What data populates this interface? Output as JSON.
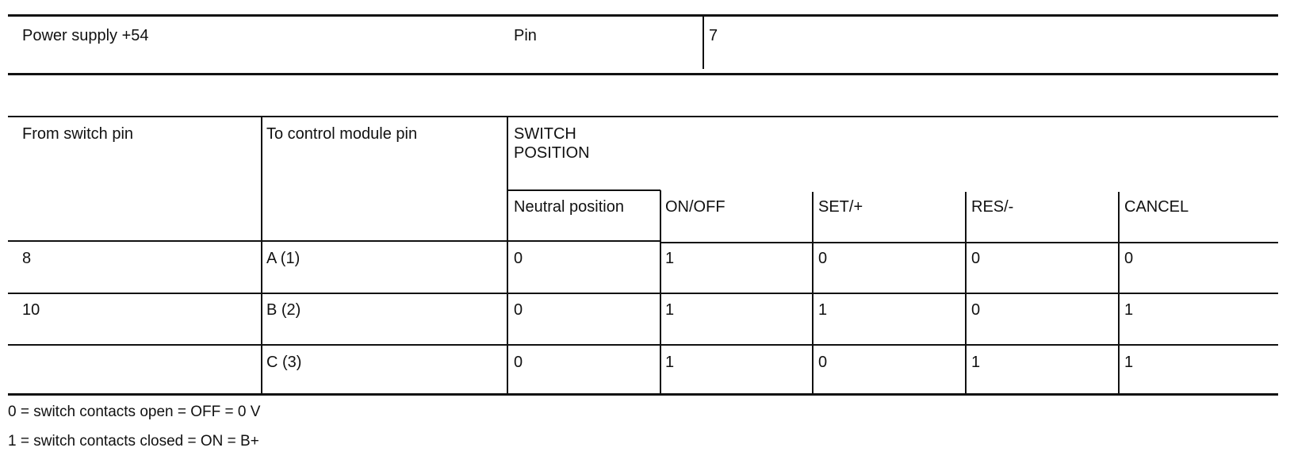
{
  "power_table": {
    "label": "Power supply +54",
    "pin_label": "Pin",
    "pin_value": "7"
  },
  "switch_table": {
    "col_from": "From switch pin",
    "col_to": "To control module pin",
    "group_header": "SWITCH\nPOSITION",
    "positions": [
      "Neutral position",
      "ON/OFF",
      "SET/+",
      "RES/-",
      "CANCEL"
    ],
    "rows": [
      {
        "from": "8",
        "to": "A (1)",
        "values": [
          "0",
          "1",
          "0",
          "0",
          "0"
        ]
      },
      {
        "from": "10",
        "to": "B (2)",
        "values": [
          "0",
          "1",
          "1",
          "0",
          "1"
        ]
      },
      {
        "from": "",
        "to": "C (3)",
        "values": [
          "0",
          "1",
          "0",
          "1",
          "1"
        ]
      }
    ]
  },
  "legend": {
    "line1": "0 = switch contacts open = OFF = 0 V",
    "line2": "1 = switch contacts closed = ON = B+"
  }
}
